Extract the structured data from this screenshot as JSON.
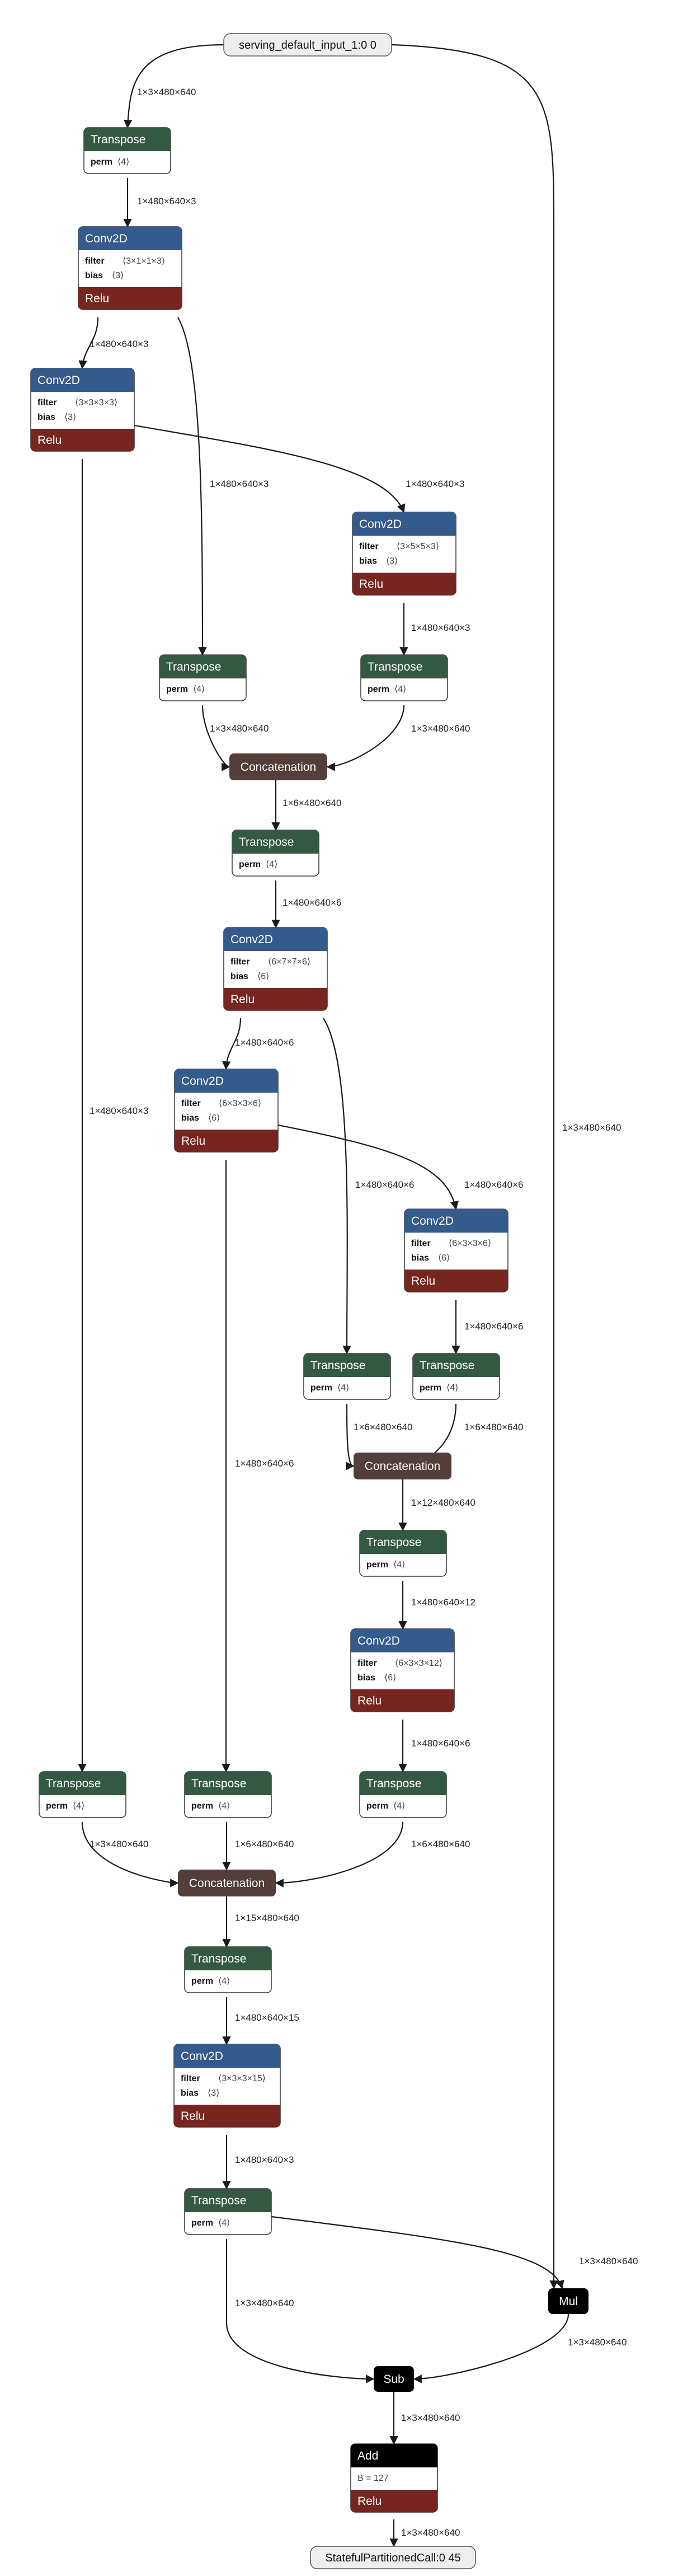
{
  "colors": {
    "transpose": "#335943",
    "conv": "#355a8c",
    "relu": "#77251f",
    "concat": "#533e39",
    "black": "#000000",
    "io_fill": "#eeeeee"
  },
  "graph": {
    "input": "serving_default_input_1:0 0",
    "output": "StatefulPartitionedCall:0 45",
    "relu_label": "Relu",
    "nodes": [
      {
        "id": "t1",
        "title": "Transpose",
        "attrs": [
          {
            "k": "perm",
            "v": "⟨4⟩"
          }
        ]
      },
      {
        "id": "c1",
        "title": "Conv2D",
        "attrs": [
          {
            "k": "filter",
            "v": "⟨3×1×1×3⟩"
          },
          {
            "k": "bias",
            "v": "⟨3⟩"
          }
        ],
        "relu": true
      },
      {
        "id": "c2",
        "title": "Conv2D",
        "attrs": [
          {
            "k": "filter",
            "v": "⟨3×3×3×3⟩"
          },
          {
            "k": "bias",
            "v": "⟨3⟩"
          }
        ],
        "relu": true
      },
      {
        "id": "c3",
        "title": "Conv2D",
        "attrs": [
          {
            "k": "filter",
            "v": "⟨3×5×5×3⟩"
          },
          {
            "k": "bias",
            "v": "⟨3⟩"
          }
        ],
        "relu": true
      },
      {
        "id": "t2",
        "title": "Transpose",
        "attrs": [
          {
            "k": "perm",
            "v": "⟨4⟩"
          }
        ]
      },
      {
        "id": "t3",
        "title": "Transpose",
        "attrs": [
          {
            "k": "perm",
            "v": "⟨4⟩"
          }
        ]
      },
      {
        "id": "cat1",
        "title": "Concatenation"
      },
      {
        "id": "t4",
        "title": "Transpose",
        "attrs": [
          {
            "k": "perm",
            "v": "⟨4⟩"
          }
        ]
      },
      {
        "id": "c4",
        "title": "Conv2D",
        "attrs": [
          {
            "k": "filter",
            "v": "⟨6×7×7×6⟩"
          },
          {
            "k": "bias",
            "v": "⟨6⟩"
          }
        ],
        "relu": true
      },
      {
        "id": "c5",
        "title": "Conv2D",
        "attrs": [
          {
            "k": "filter",
            "v": "⟨6×3×3×6⟩"
          },
          {
            "k": "bias",
            "v": "⟨6⟩"
          }
        ],
        "relu": true
      },
      {
        "id": "c6",
        "title": "Conv2D",
        "attrs": [
          {
            "k": "filter",
            "v": "⟨6×3×3×6⟩"
          },
          {
            "k": "bias",
            "v": "⟨6⟩"
          }
        ],
        "relu": true
      },
      {
        "id": "t5",
        "title": "Transpose",
        "attrs": [
          {
            "k": "perm",
            "v": "⟨4⟩"
          }
        ]
      },
      {
        "id": "t6",
        "title": "Transpose",
        "attrs": [
          {
            "k": "perm",
            "v": "⟨4⟩"
          }
        ]
      },
      {
        "id": "cat2",
        "title": "Concatenation"
      },
      {
        "id": "t7",
        "title": "Transpose",
        "attrs": [
          {
            "k": "perm",
            "v": "⟨4⟩"
          }
        ]
      },
      {
        "id": "c7",
        "title": "Conv2D",
        "attrs": [
          {
            "k": "filter",
            "v": "⟨6×3×3×12⟩"
          },
          {
            "k": "bias",
            "v": "⟨6⟩"
          }
        ],
        "relu": true
      },
      {
        "id": "t8",
        "title": "Transpose",
        "attrs": [
          {
            "k": "perm",
            "v": "⟨4⟩"
          }
        ]
      },
      {
        "id": "t9",
        "title": "Transpose",
        "attrs": [
          {
            "k": "perm",
            "v": "⟨4⟩"
          }
        ]
      },
      {
        "id": "t10",
        "title": "Transpose",
        "attrs": [
          {
            "k": "perm",
            "v": "⟨4⟩"
          }
        ]
      },
      {
        "id": "cat3",
        "title": "Concatenation"
      },
      {
        "id": "t11",
        "title": "Transpose",
        "attrs": [
          {
            "k": "perm",
            "v": "⟨4⟩"
          }
        ]
      },
      {
        "id": "c8",
        "title": "Conv2D",
        "attrs": [
          {
            "k": "filter",
            "v": "⟨3×3×3×15⟩"
          },
          {
            "k": "bias",
            "v": "⟨3⟩"
          }
        ],
        "relu": true
      },
      {
        "id": "t12",
        "title": "Transpose",
        "attrs": [
          {
            "k": "perm",
            "v": "⟨4⟩"
          }
        ]
      },
      {
        "id": "mul",
        "title": "Mul"
      },
      {
        "id": "sub",
        "title": "Sub"
      },
      {
        "id": "add",
        "title": "Add",
        "attrs": [
          {
            "k": "",
            "v": "B = 127"
          }
        ],
        "relu": true
      }
    ],
    "edges": [
      {
        "from": "input",
        "to": "t1",
        "label": "1×3×480×640"
      },
      {
        "from": "t1",
        "to": "c1",
        "label": "1×480×640×3"
      },
      {
        "from": "c1",
        "to": "c2",
        "label": "1×480×640×3"
      },
      {
        "from": "c1",
        "to": "t2",
        "label": "1×480×640×3"
      },
      {
        "from": "c2",
        "to": "c3",
        "label": "1×480×640×3"
      },
      {
        "from": "c3",
        "to": "t3",
        "label": "1×480×640×3"
      },
      {
        "from": "t2",
        "to": "cat1",
        "label": "1×3×480×640"
      },
      {
        "from": "t3",
        "to": "cat1",
        "label": "1×3×480×640"
      },
      {
        "from": "cat1",
        "to": "t4",
        "label": "1×6×480×640"
      },
      {
        "from": "t4",
        "to": "c4",
        "label": "1×480×640×6"
      },
      {
        "from": "c4",
        "to": "c5",
        "label": "1×480×640×6"
      },
      {
        "from": "c4",
        "to": "t5",
        "label": "1×480×640×6"
      },
      {
        "from": "c5",
        "to": "c6",
        "label": "1×480×640×6"
      },
      {
        "from": "c6",
        "to": "t6",
        "label": "1×480×640×6"
      },
      {
        "from": "t5",
        "to": "cat2",
        "label": "1×6×480×640"
      },
      {
        "from": "t6",
        "to": "cat2",
        "label": "1×6×480×640"
      },
      {
        "from": "cat2",
        "to": "t7",
        "label": "1×12×480×640"
      },
      {
        "from": "t7",
        "to": "c7",
        "label": "1×480×640×12"
      },
      {
        "from": "c7",
        "to": "t10",
        "label": "1×480×640×6"
      },
      {
        "from": "c2",
        "to": "t8",
        "label": "1×480×640×3"
      },
      {
        "from": "c5",
        "to": "t9",
        "label": "1×480×640×6"
      },
      {
        "from": "t8",
        "to": "cat3",
        "label": "1×3×480×640"
      },
      {
        "from": "t9",
        "to": "cat3",
        "label": "1×6×480×640"
      },
      {
        "from": "t10",
        "to": "cat3",
        "label": "1×6×480×640"
      },
      {
        "from": "cat3",
        "to": "t11",
        "label": "1×15×480×640"
      },
      {
        "from": "t11",
        "to": "c8",
        "label": "1×480×640×15"
      },
      {
        "from": "c8",
        "to": "t12",
        "label": "1×480×640×3"
      },
      {
        "from": "input",
        "to": "mul",
        "label": "1×3×480×640"
      },
      {
        "from": "t12",
        "to": "mul",
        "label": "1×3×480×640"
      },
      {
        "from": "t12",
        "to": "sub",
        "label": "1×3×480×640"
      },
      {
        "from": "mul",
        "to": "sub",
        "label": "1×3×480×640"
      },
      {
        "from": "sub",
        "to": "add",
        "label": "1×3×480×640"
      },
      {
        "from": "add",
        "to": "output",
        "label": "1×3×480×640"
      }
    ]
  }
}
